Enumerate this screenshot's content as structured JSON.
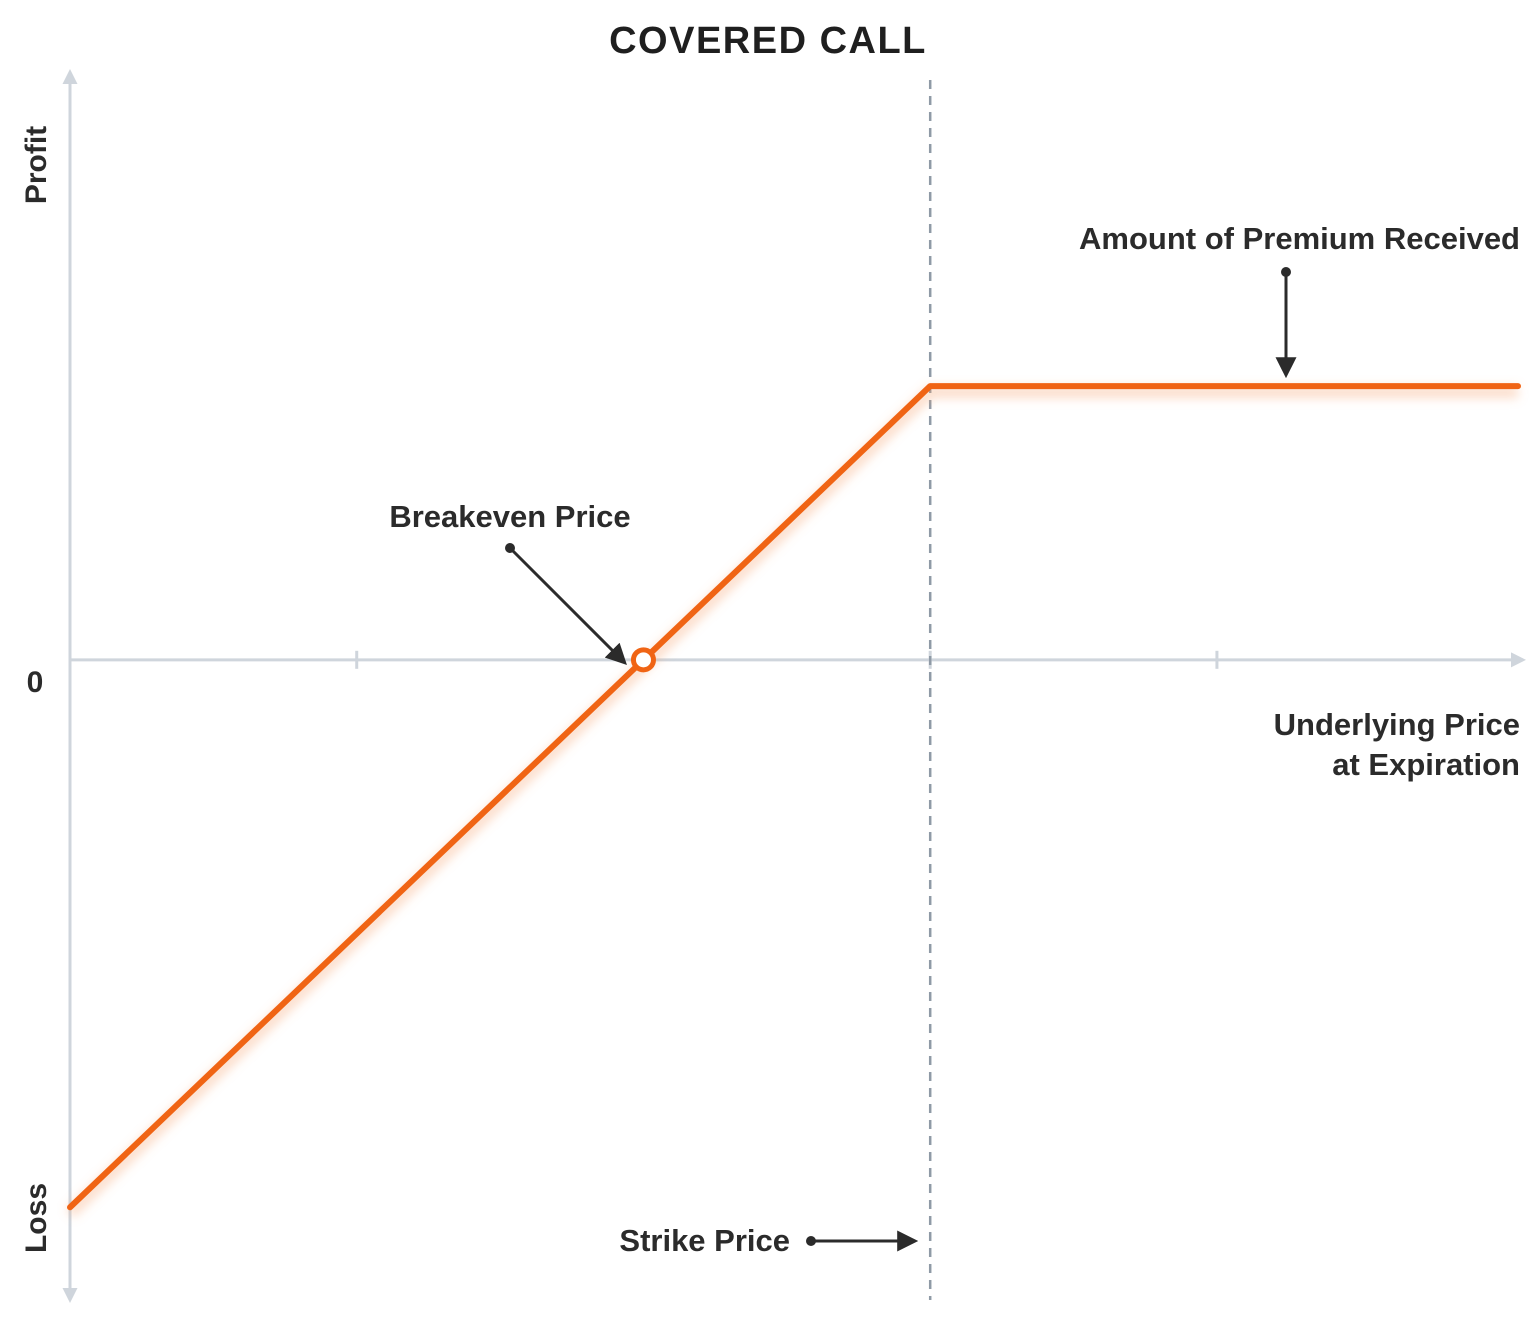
{
  "chart_data": {
    "type": "line",
    "title": "COVERED CALL",
    "xlabel": "Underlying Price at Expiration",
    "xlabel_lines": [
      "Underlying Price",
      "at Expiration"
    ],
    "y_top_label": "Profit",
    "y_bottom_label": "Loss",
    "y_zero_label": "0",
    "grid": false,
    "x_ticks": [
      1,
      3,
      4
    ],
    "xlim": [
      0,
      5.05
    ],
    "ylim": [
      -2.2,
      2.1
    ],
    "series": [
      {
        "points": [
          {
            "x": 0,
            "y": -2
          },
          {
            "x": 3,
            "y": 1
          },
          {
            "x": 5.05,
            "y": 1
          }
        ]
      }
    ],
    "strike_x": 3,
    "breakeven_point": {
      "x": 2,
      "y": 0
    },
    "annotations": {
      "breakeven": "Breakeven Price",
      "premium": "Amount of Premium Received",
      "strike": "Strike Price"
    },
    "colors": {
      "payoff_line": "#f06414",
      "axis": "#cfd5dc",
      "strike_line": "#8f9aa6",
      "arrow": "#2b2b2b",
      "text": "#2b2b2b"
    }
  }
}
